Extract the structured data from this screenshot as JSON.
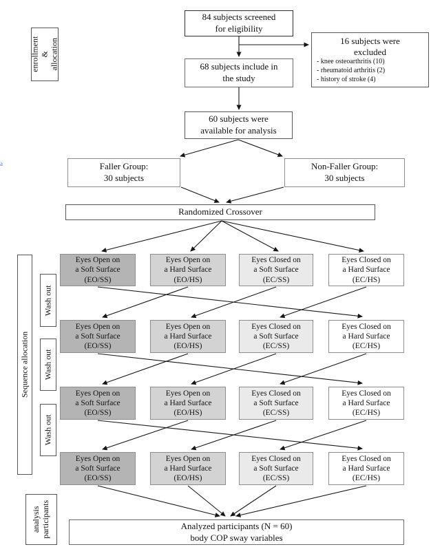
{
  "figure": {
    "type": "consort-crossover-flow-diagram",
    "background": "#ffffff",
    "line_color": "#161616"
  },
  "side_labels": {
    "enrollment": "enrollment\n& allocation",
    "sequence_allocation": "Sequence allocation",
    "wash_out": "Wash out",
    "analysis": "analysis\nparticipants"
  },
  "flow": {
    "screened": "84 subjects screened\nfor eligibility",
    "excluded_title": "16 subjects were\nexcluded",
    "excluded_items": "- knee osteoarthritis (10)\n- rheumatoid arthritis (2)\n- history of stroke (4)",
    "included": "68 subjects include in\nthe study",
    "available": "60 subjects were\navailable for analysis",
    "faller_group": "Faller Group:\n30 subjects",
    "nonfaller_group": "Non-Faller Group:\n30 subjects",
    "randomized": "Randomized Crossover",
    "analyzed": "Analyzed participants (N = 60)\nbody COP sway variables"
  },
  "conditions": [
    {
      "label": "Eyes Open on\na Soft Surface\n(EO/SS)",
      "fill": "#b4b4b4"
    },
    {
      "label": "Eyes Open on\na Hard Surface\n(EO/HS)",
      "fill": "#d3d3d3"
    },
    {
      "label": "Eyes Closed on\na Soft Surface\n(EC/SS)",
      "fill": "#eaeaea"
    },
    {
      "label": "Eyes Closed on\na Hard Surface\n(EC/HS)",
      "fill": "#ffffff"
    }
  ],
  "margin_artifact": "a"
}
